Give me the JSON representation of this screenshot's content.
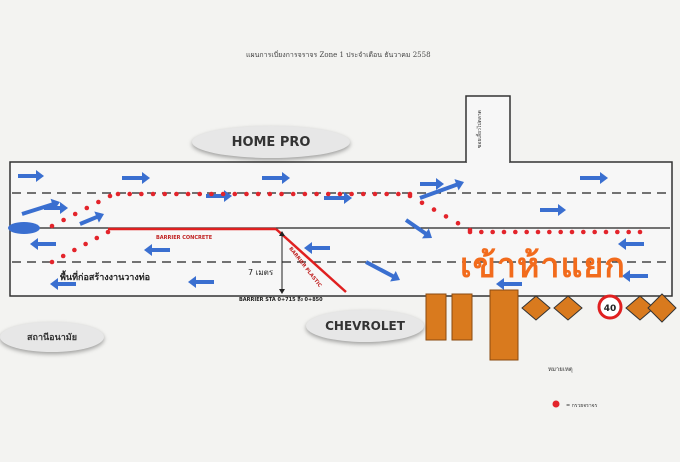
{
  "header": {
    "text": "แผนการเบี่ยงการจราจร  Zone 1 ประจำเดือน  ธันวาคม 2558"
  },
  "landmarks": {
    "home_pro": "HOME PRO",
    "chevrolet": "CHEVROLET",
    "health_station": "สถานีอนามัย"
  },
  "labels": {
    "entering_intersection": "เข้าห้าแยก",
    "barrier_concrete": "BARRIER CONCRETE",
    "barrier_plastic": "BARRIER PLASTIC",
    "distance": "7 เมตร",
    "barrier_sta": "BARRIER STA 0+715 ถึง 0+850",
    "construction_area": "พื้นที่ก่อสร้างงานวางท่อ",
    "side_road": "ซอยเลี้ยวไปตลาด"
  },
  "legend": {
    "title": "หมายเหตุ",
    "cone_label": "= กรวยจราจร"
  },
  "colors": {
    "road_edge": "#333333",
    "arrow_blue": "#3a6fd0",
    "cone_red": "#e3242b",
    "barrier_red": "#e02020",
    "sign_orange": "#d97a1e",
    "text_orange": "#f26b1c"
  },
  "icons": [
    "traffic-direction-arrow",
    "traffic-cone-dot",
    "warning-sign",
    "speed-limit-40-sign",
    "turn-warning-sign"
  ],
  "signs": {
    "speed_limit": "40"
  }
}
